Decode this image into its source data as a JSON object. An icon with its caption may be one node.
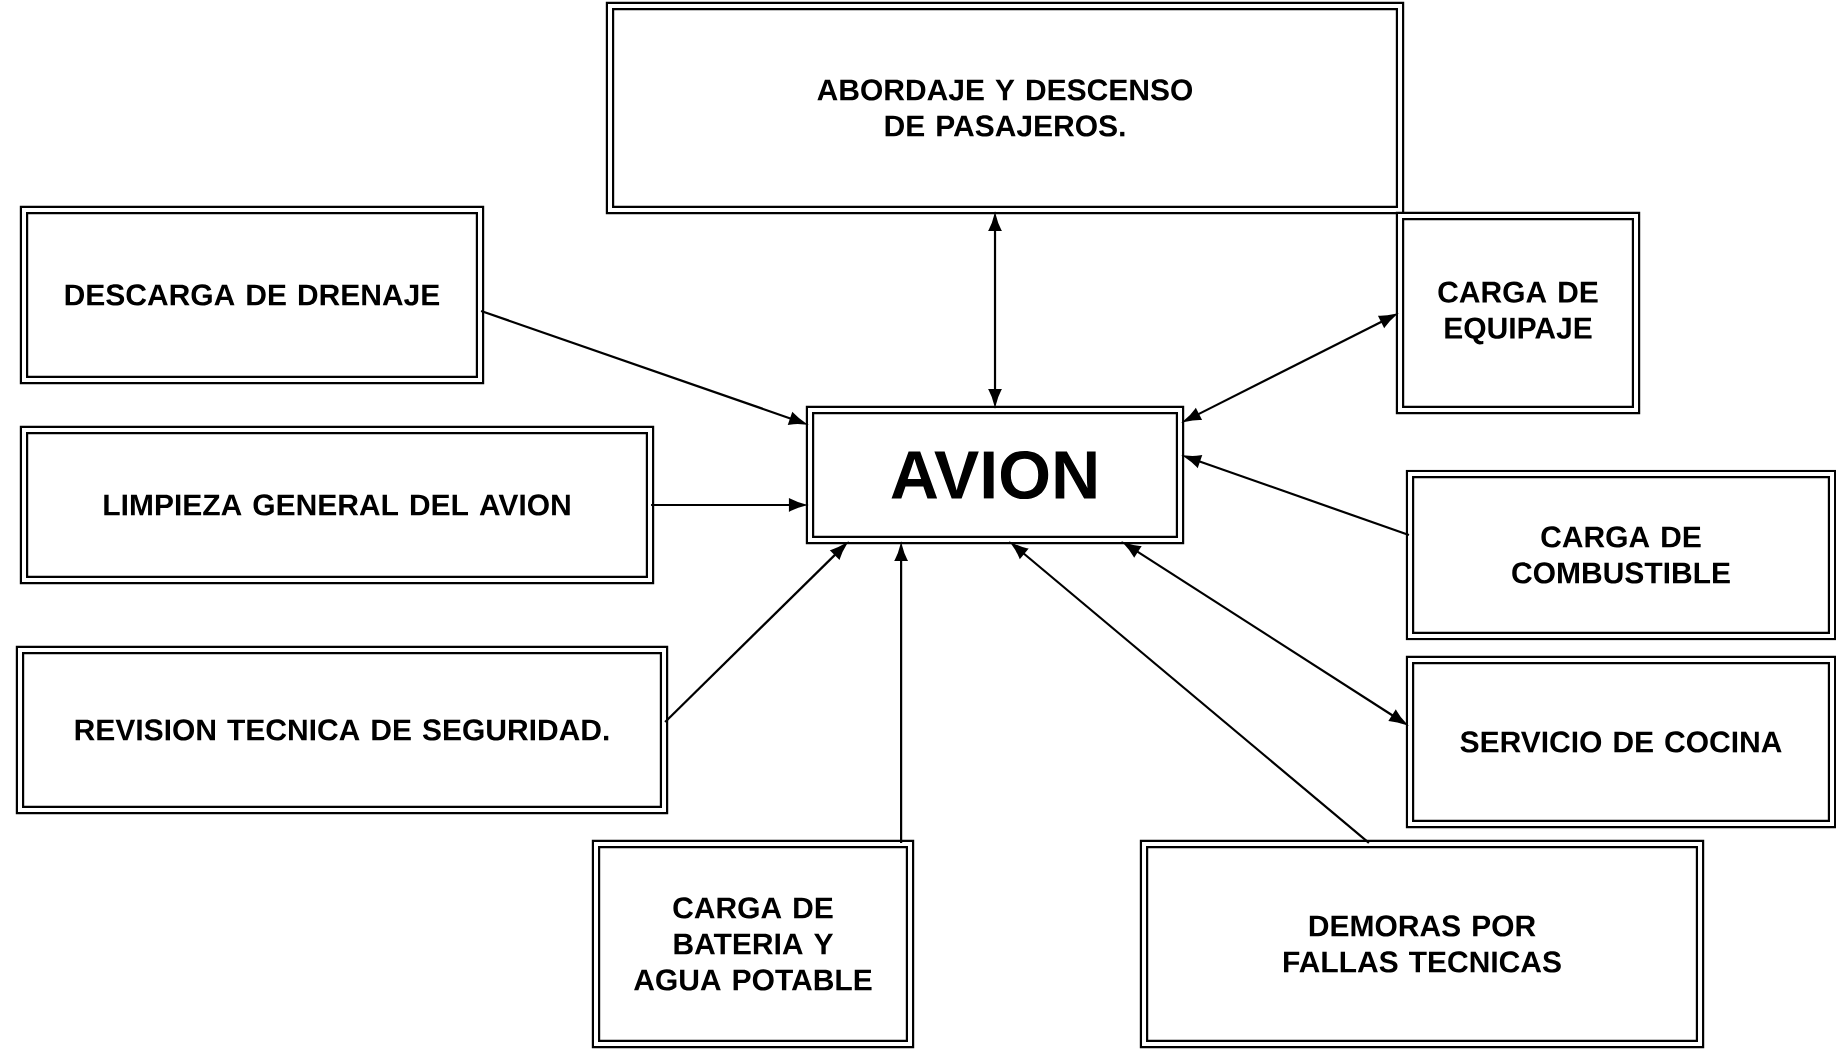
{
  "diagram": {
    "nodes": [
      {
        "text": [
          "AVION"
        ]
      },
      {
        "text": [
          "ABORDAJE Y DESCENSO DE PASAJEROS."
        ]
      },
      {
        "text": [
          "DESCARGA DE DRENAJE"
        ]
      },
      {
        "text": [
          "CARGA DE EQUIPAJE"
        ]
      },
      {
        "text": [
          "LIMPIEZA GENERAL DEL AVION"
        ]
      },
      {
        "text": [
          "CARGA DE COMBUSTIBLE"
        ]
      },
      {
        "text": [
          "REVISION TECNICA DE SEGURIDAD."
        ]
      },
      {
        "text": [
          "SERVICIO DE COCINA"
        ]
      },
      {
        "text": [
          "CARGA DE BATERIA Y AGUA POTABLE"
        ]
      },
      {
        "text": [
          "DEMORAS POR FALLAS TECNICAS"
        ]
      }
    ],
    "edges": [
      {
        "from": 1,
        "to": 0,
        "arrow": "both"
      },
      {
        "from": 2,
        "to": 0,
        "arrow": "to"
      },
      {
        "from": 3,
        "to": 0,
        "arrow": "both"
      },
      {
        "from": 4,
        "to": 0,
        "arrow": "to"
      },
      {
        "from": 5,
        "to": 0,
        "arrow": "to"
      },
      {
        "from": 6,
        "to": 0,
        "arrow": "to"
      },
      {
        "from": 7,
        "to": 0,
        "arrow": "both"
      },
      {
        "from": 8,
        "to": 0,
        "arrow": "to"
      },
      {
        "from": 9,
        "to": 0,
        "arrow": "to"
      }
    ]
  }
}
